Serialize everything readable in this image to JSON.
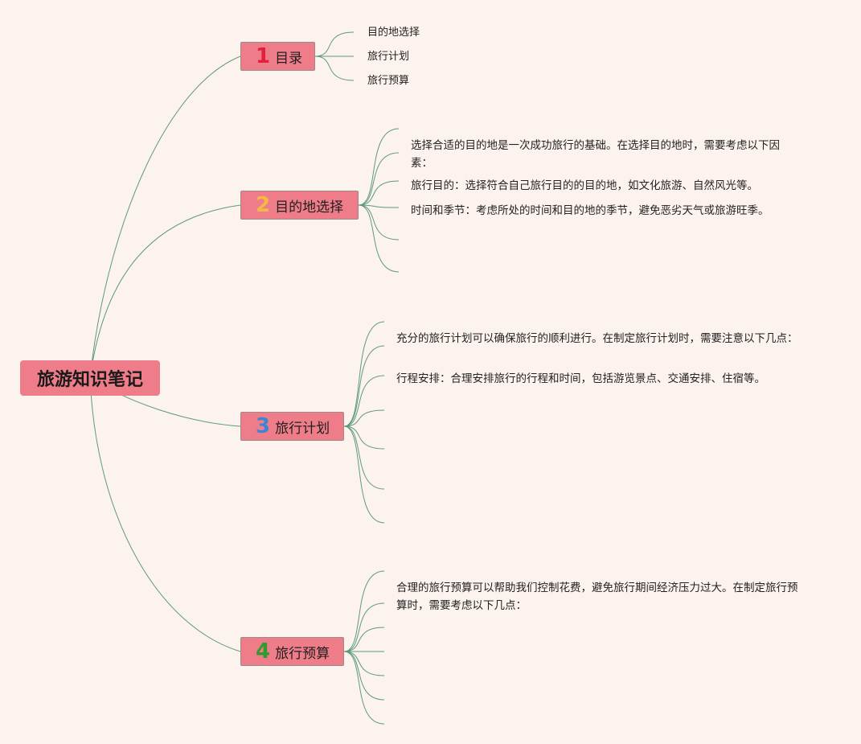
{
  "root": {
    "label": "旅游知识笔记"
  },
  "topics": [
    {
      "number": "1",
      "number_color": "#e0223a",
      "label": "目录",
      "leaves": [
        "目的地选择",
        "旅行计划",
        "旅行预算"
      ]
    },
    {
      "number": "2",
      "number_color": "#f4b844",
      "label": "目的地选择",
      "paragraphs": [
        "选择合适的目的地是一次成功旅行的基础。在选择目的地时，需要考虑以下因素：",
        "旅行目的：选择符合自己旅行目的的目的地，如文化旅游、自然风光等。",
        "时间和季节：考虑所处的时间和目的地的季节，避免恶劣天气或旅游旺季。"
      ]
    },
    {
      "number": "3",
      "number_color": "#3d86d4",
      "label": "旅行计划",
      "paragraphs": [
        "充分的旅行计划可以确保旅行的顺利进行。在制定旅行计划时，需要注意以下几点：",
        "行程安排：合理安排旅行的行程和时间，包括游览景点、交通安排、住宿等。"
      ]
    },
    {
      "number": "4",
      "number_color": "#2f9a2f",
      "label": "旅行预算",
      "paragraphs": [
        "合理的旅行预算可以帮助我们控制花费，避免旅行期间经济压力过大。在制定旅行预算时，需要考虑以下几点："
      ]
    }
  ],
  "colors": {
    "background": "#fdf3ee",
    "node_fill": "#ef7c89",
    "connector": "#5e9a7a"
  }
}
